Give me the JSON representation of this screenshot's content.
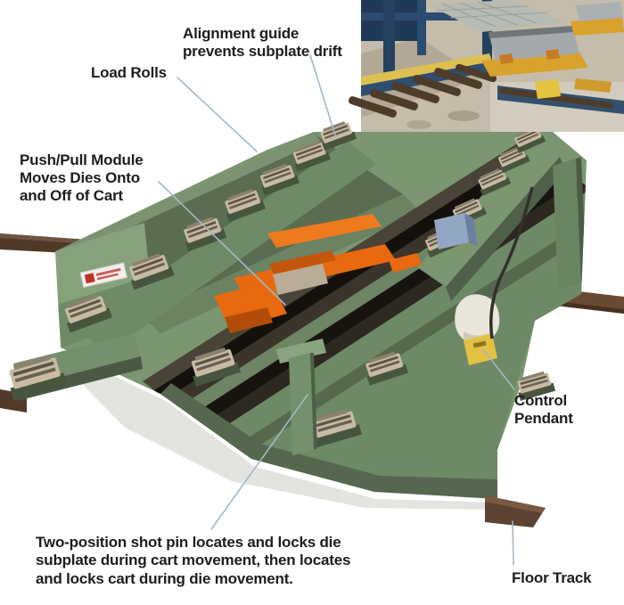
{
  "annotations": {
    "load_rolls": {
      "text": "Load Rolls"
    },
    "alignment_guide": {
      "text": "Alignment guide\nprevents subplate drift"
    },
    "push_pull_module": {
      "text": "Push/Pull Module\nMoves Dies Onto\nand Off of Cart"
    },
    "control_pendant": {
      "text": "Control\nPendant"
    },
    "shot_pin": {
      "text": "Two-position shot pin locates and locks die\nsubplate during cart movement, then locates\nand locks cart during die movement."
    },
    "floor_track": {
      "text": "Floor Track"
    }
  },
  "colors": {
    "background": "#ffffff",
    "text": "#1d1d1d",
    "leader_line": "#a3b9c6",
    "machine_green": "#7b9671",
    "machine_green_dark": "#55674e",
    "slab_green": "#5a6d52",
    "module_orange": "#e8690f",
    "floor_track_brown": "#5c4232",
    "roller_tan": "#c8bba6",
    "inset_floor_beige": "#c6bcab",
    "inset_machine_blue": "#2b4c70"
  }
}
